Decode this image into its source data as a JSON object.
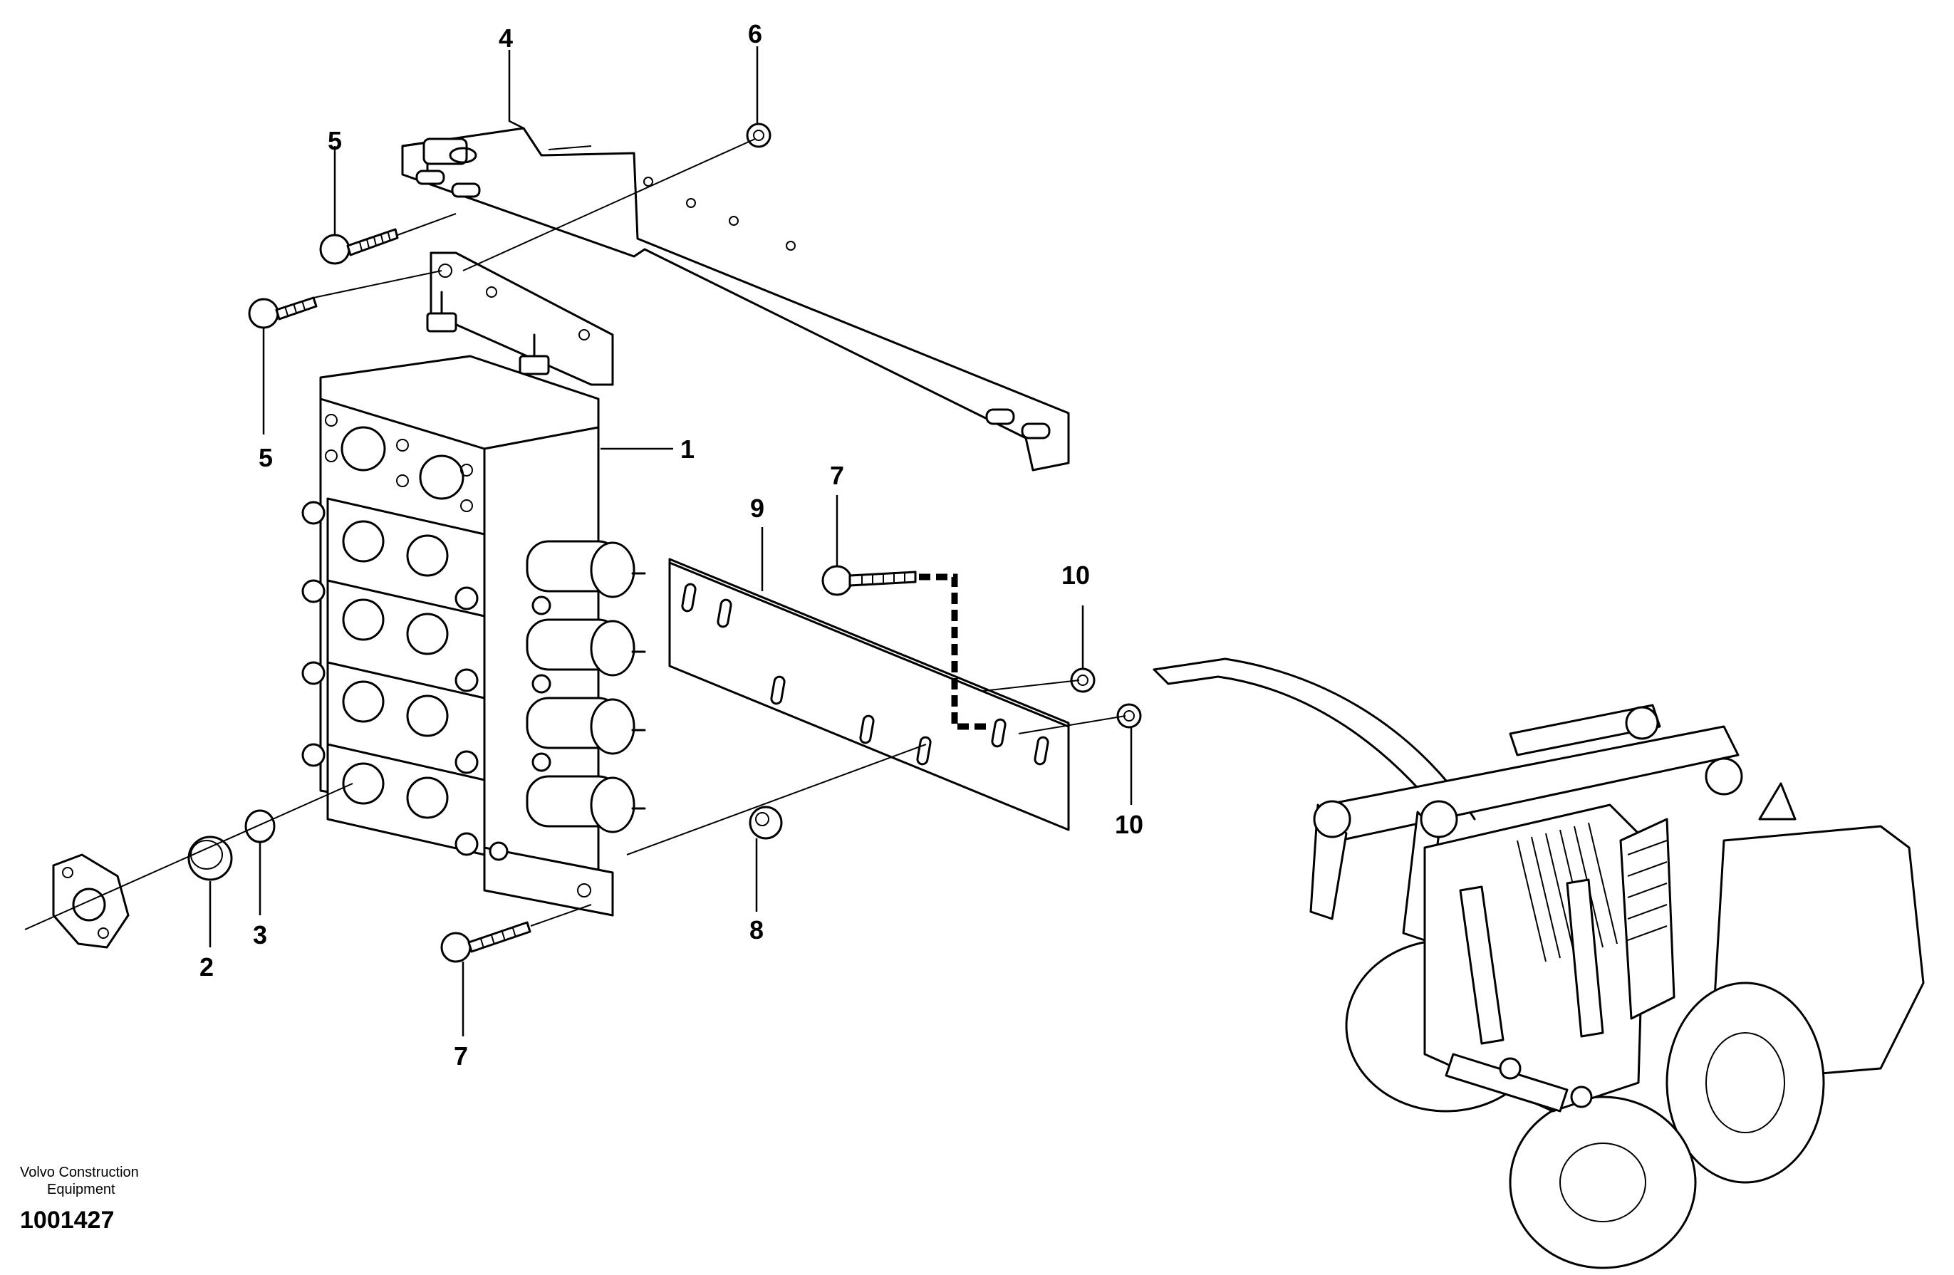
{
  "callouts": {
    "c1": "1",
    "c2": "2",
    "c3": "3",
    "c4": "4",
    "c5a": "5",
    "c5b": "5",
    "c6": "6",
    "c7a": "7",
    "c7b": "7",
    "c8": "8",
    "c9": "9",
    "c10a": "10",
    "c10b": "10"
  },
  "footer": {
    "brand_line1": "Volvo Construction",
    "brand_line2": "Equipment",
    "figure_number": "1001427"
  }
}
